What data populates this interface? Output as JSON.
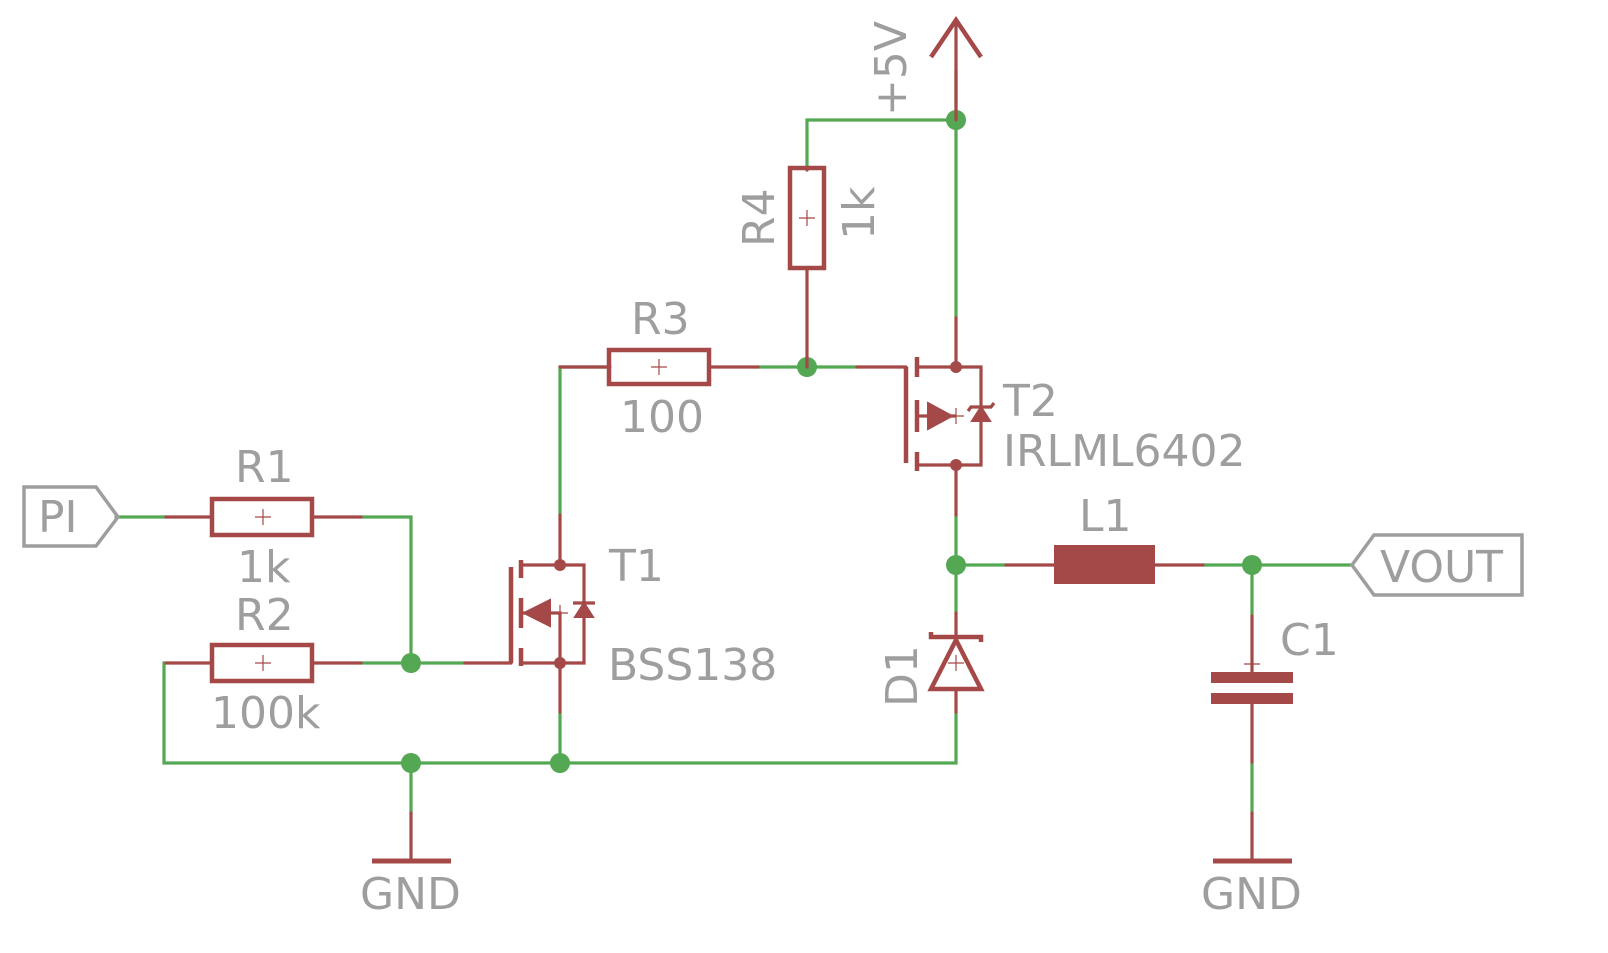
{
  "ports": {
    "input": "PI",
    "output": "VOUT"
  },
  "supply": {
    "label": "+5V"
  },
  "ground": {
    "left": "GND",
    "right": "GND"
  },
  "resistors": {
    "r1": {
      "ref": "R1",
      "value": "1k"
    },
    "r2": {
      "ref": "R2",
      "value": "100k"
    },
    "r3": {
      "ref": "R3",
      "value": "100"
    },
    "r4": {
      "ref": "R4",
      "value": "1k"
    }
  },
  "transistors": {
    "t1": {
      "ref": "T1",
      "part": "BSS138"
    },
    "t2": {
      "ref": "T2",
      "part": "IRLML6402"
    }
  },
  "inductor": {
    "ref": "L1"
  },
  "capacitor": {
    "ref": "C1"
  },
  "diode": {
    "ref": "D1"
  },
  "colors": {
    "wire": "#54a854",
    "symbol": "#a54848",
    "label": "#9e9e9e",
    "background": "#ffffff"
  }
}
